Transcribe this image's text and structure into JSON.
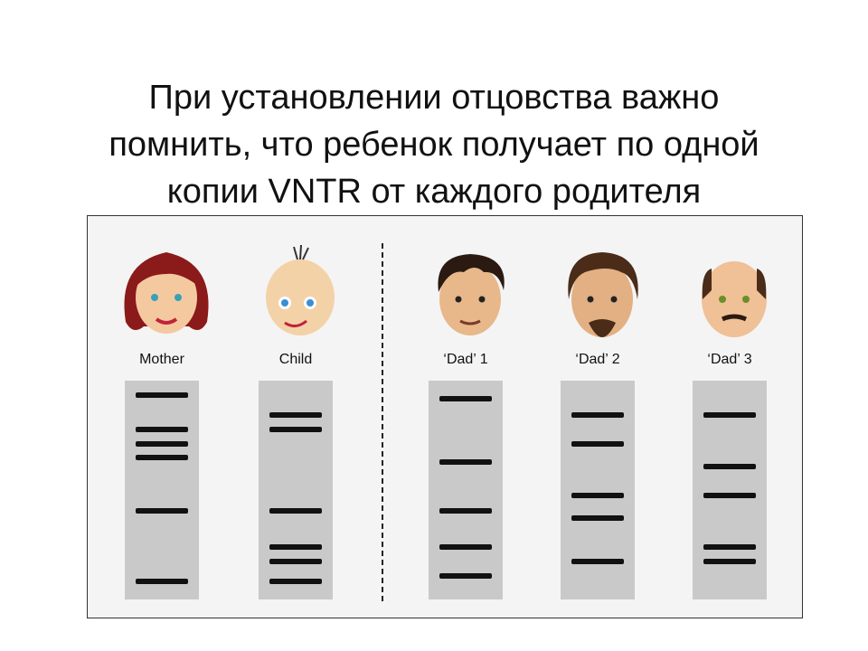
{
  "title": {
    "lines": [
      "При установлении отцовства важно",
      "помнить, что ребенок получает по одной",
      "копии VNTR от каждого родителя"
    ]
  },
  "people": [
    {
      "name": "mother",
      "label": "Mother",
      "face": "mother-face-icon",
      "bands": [
        436,
        474,
        490,
        505,
        564,
        642
      ]
    },
    {
      "name": "child",
      "label": "Child",
      "face": "child-face-icon",
      "bands": [
        458,
        474,
        564,
        604,
        620,
        642
      ]
    },
    {
      "name": "dad1",
      "label": "‘Dad’ 1",
      "face": "dad1-face-icon",
      "bands": [
        440,
        510,
        564,
        604,
        636
      ]
    },
    {
      "name": "dad2",
      "label": "‘Dad’ 2",
      "face": "dad2-face-icon",
      "bands": [
        458,
        490,
        547,
        572,
        620
      ]
    },
    {
      "name": "dad3",
      "label": "‘Dad’ 3",
      "face": "dad3-face-icon",
      "bands": [
        458,
        515,
        547,
        604,
        620
      ]
    }
  ],
  "colors": {
    "lane": "#c9c9c9",
    "band": "#111111",
    "panel": "#f4f4f4"
  }
}
